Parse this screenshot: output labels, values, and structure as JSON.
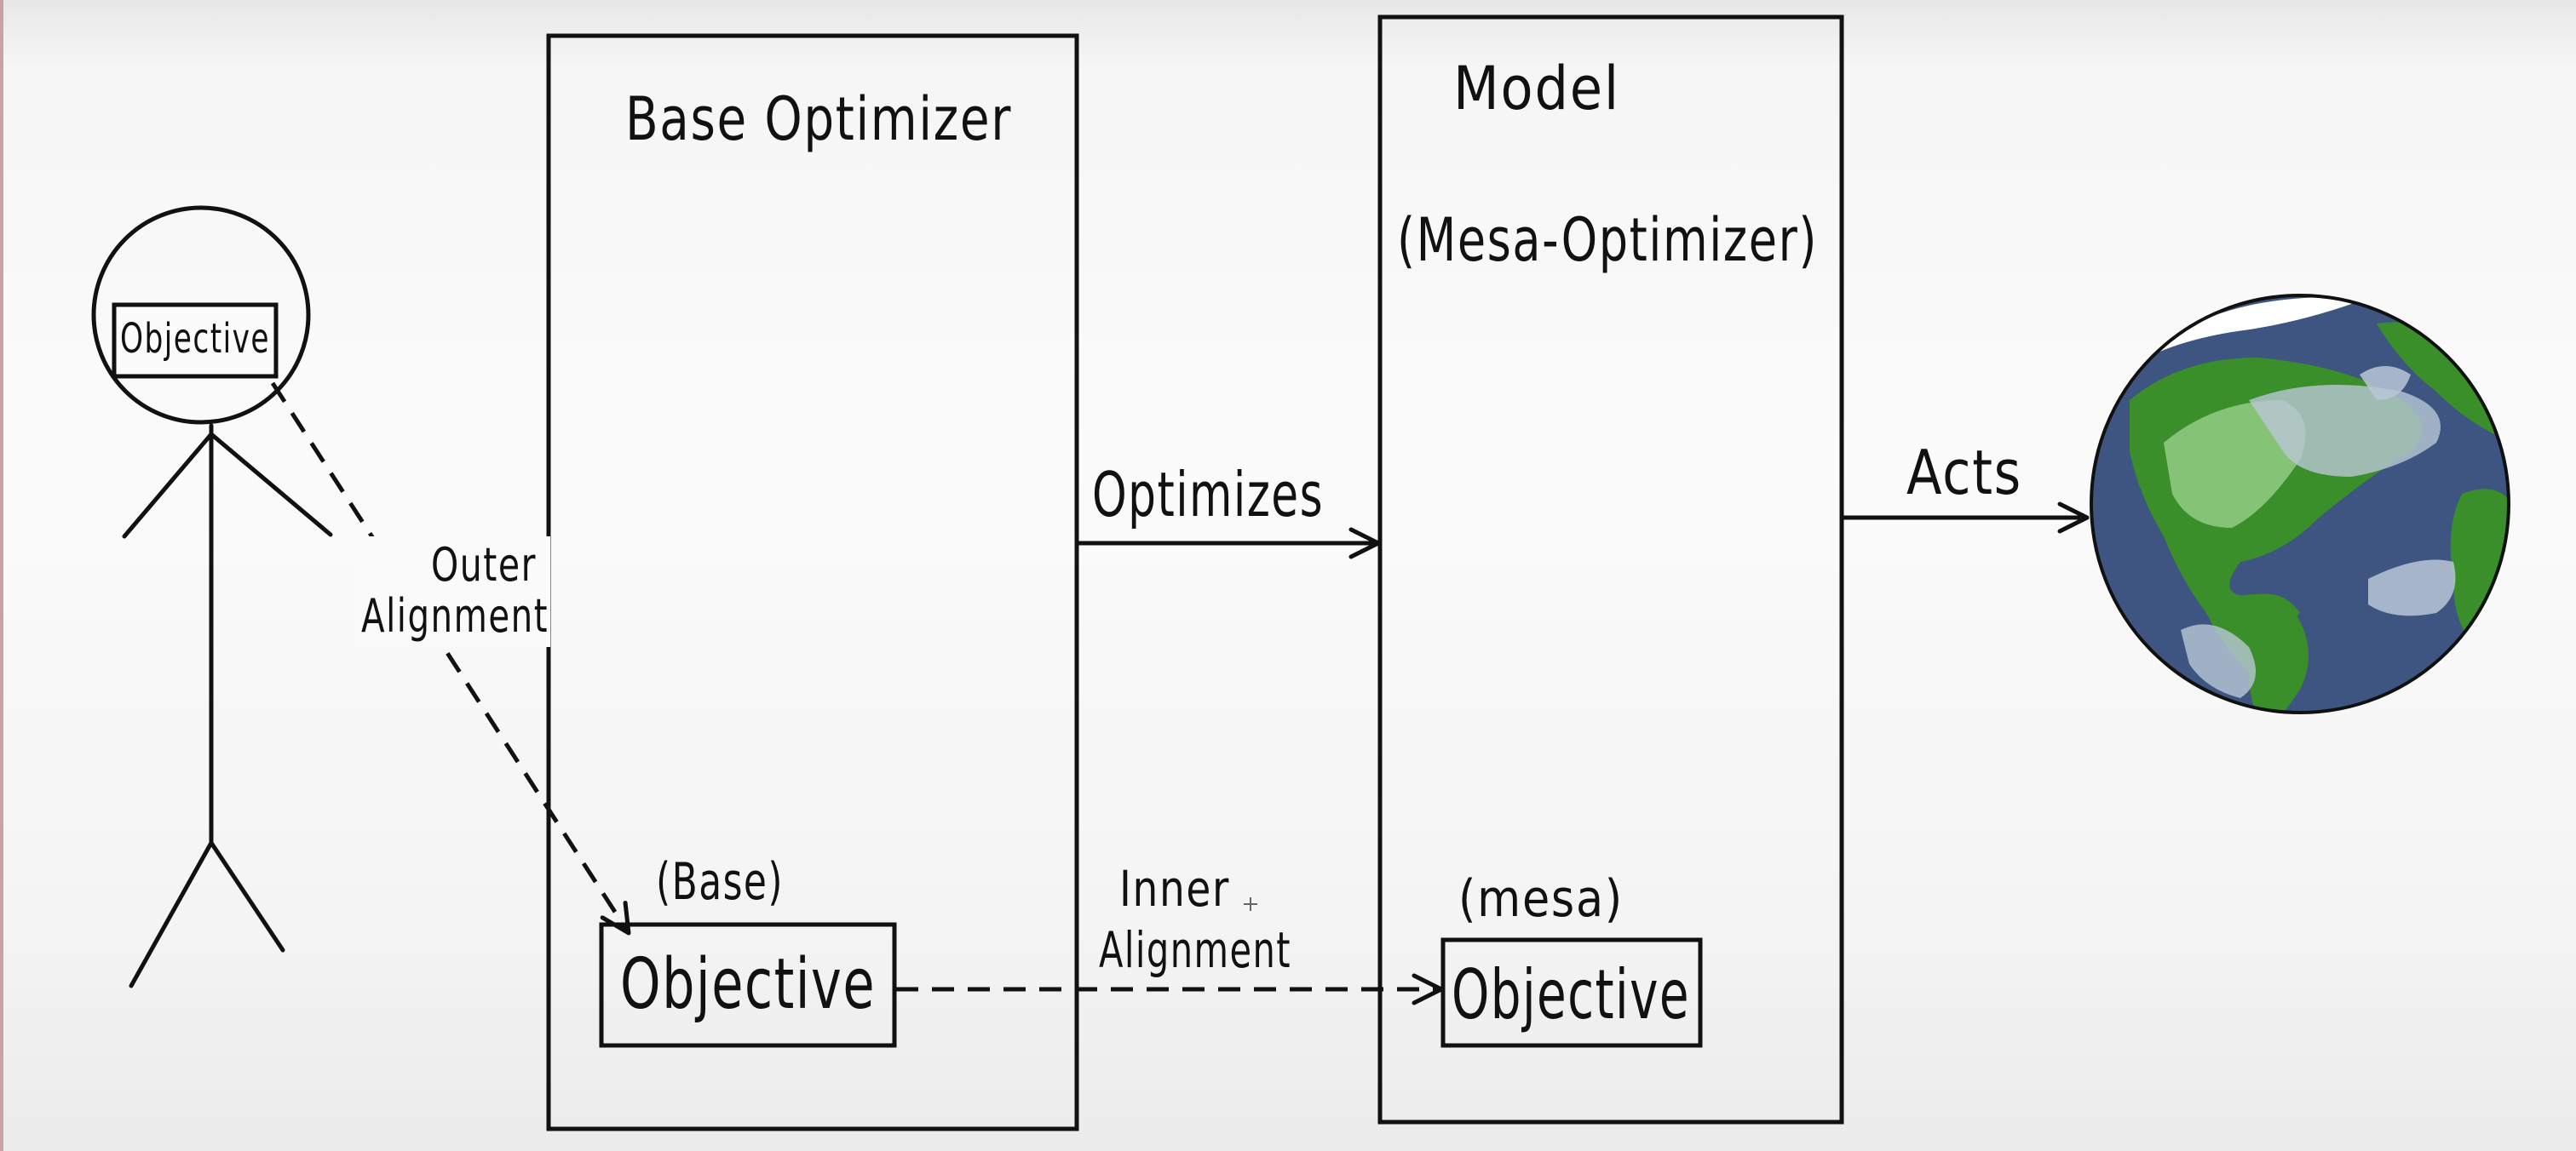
{
  "person": {
    "objective_label": "Objective"
  },
  "base_optimizer": {
    "title": "Base Optimizer",
    "objective_tag": "(Base)",
    "objective_label": "Objective"
  },
  "model": {
    "title": "Model",
    "subtitle": "(Mesa-Optimizer)",
    "objective_tag": "(mesa)",
    "objective_label": "Objective"
  },
  "arrows": {
    "optimizes_label": "Optimizes",
    "acts_label": "Acts",
    "outer_alignment_line1": "Outer",
    "outer_alignment_line2": "Alignment",
    "inner_alignment_line1": "Inner",
    "inner_alignment_line2": "Alignment"
  },
  "colors": {
    "ink": "#111111",
    "ocean": "#3d5580",
    "land": "#3b8f2a",
    "cloud": "#b9c7d6",
    "light_land": "#93cd84",
    "ice": "#ffffff"
  },
  "icons": [
    "stick-figure-icon",
    "earth-globe-icon"
  ]
}
